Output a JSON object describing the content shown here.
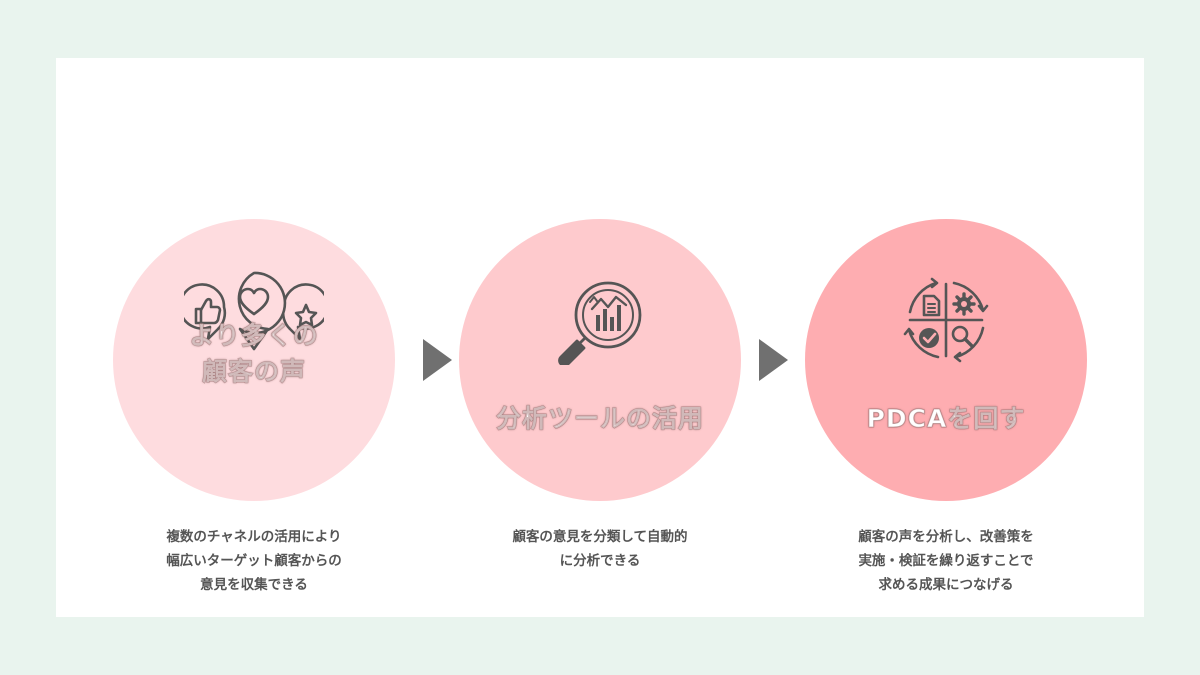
{
  "steps": [
    {
      "title_lines": [
        "より多くの",
        "顧客の声"
      ],
      "desc_lines": [
        "複数のチャネルの活用により",
        "幅広いターゲット顧客からの",
        "意見を収集できる"
      ],
      "circle_color": "#fedcdf",
      "icon": "feedback-bubbles-icon"
    },
    {
      "title_lines": [
        "分析ツールの活用"
      ],
      "desc_lines": [
        "顧客の意見を分類して自動的",
        "に分析できる"
      ],
      "circle_color": "#fecacd",
      "icon": "magnifier-chart-icon"
    },
    {
      "title_lines": [
        "PDCAを回す"
      ],
      "desc_lines": [
        "顧客の声を分析し、改善策を",
        "実施・検証を繰り返すことで",
        "求める成果につなげる"
      ],
      "circle_color": "#feadb1",
      "icon": "pdca-cycle-icon"
    }
  ],
  "colors": {
    "background": "#e9f4ee",
    "card": "#ffffff",
    "arrow": "#707070",
    "icon_stroke": "#555555",
    "text": "#555555"
  }
}
